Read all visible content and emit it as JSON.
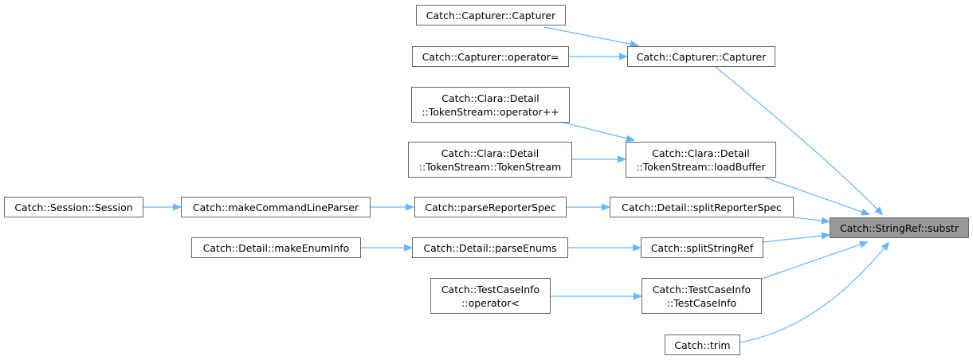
{
  "graph": {
    "edge_color": "#63b8ff",
    "node_border_color": "#666666",
    "target_fill": "#999999",
    "nodes": {
      "capturer_ctor_caller": {
        "line1": "Catch::Capturer::Capturer"
      },
      "capturer_assign": {
        "line1": "Catch::Capturer::operator="
      },
      "capturer_ctor": {
        "line1": "Catch::Capturer::Capturer"
      },
      "tokenstream_increment": {
        "line1": "Catch::Clara::Detail",
        "line2": "::TokenStream::operator++"
      },
      "tokenstream_ctor": {
        "line1": "Catch::Clara::Detail",
        "line2": "::TokenStream::TokenStream"
      },
      "tokenstream_loadbuffer": {
        "line1": "Catch::Clara::Detail",
        "line2": "::TokenStream::loadBuffer"
      },
      "session_ctor": {
        "line1": "Catch::Session::Session"
      },
      "make_cli_parser": {
        "line1": "Catch::makeCommandLineParser"
      },
      "parse_reporter_spec": {
        "line1": "Catch::parseReporterSpec"
      },
      "split_reporter_spec": {
        "line1": "Catch::Detail::splitReporterSpec"
      },
      "stringref_substr": {
        "line1": "Catch::StringRef::substr"
      },
      "make_enum_info": {
        "line1": "Catch::Detail::makeEnumInfo"
      },
      "parse_enums": {
        "line1": "Catch::Detail::parseEnums"
      },
      "split_string_ref": {
        "line1": "Catch::splitStringRef"
      },
      "testcaseinfo_less": {
        "line1": "Catch::TestCaseInfo",
        "line2": "::operator<"
      },
      "testcaseinfo_ctor": {
        "line1": "Catch::TestCaseInfo",
        "line2": "::TestCaseInfo"
      },
      "trim": {
        "line1": "Catch::trim"
      }
    }
  }
}
